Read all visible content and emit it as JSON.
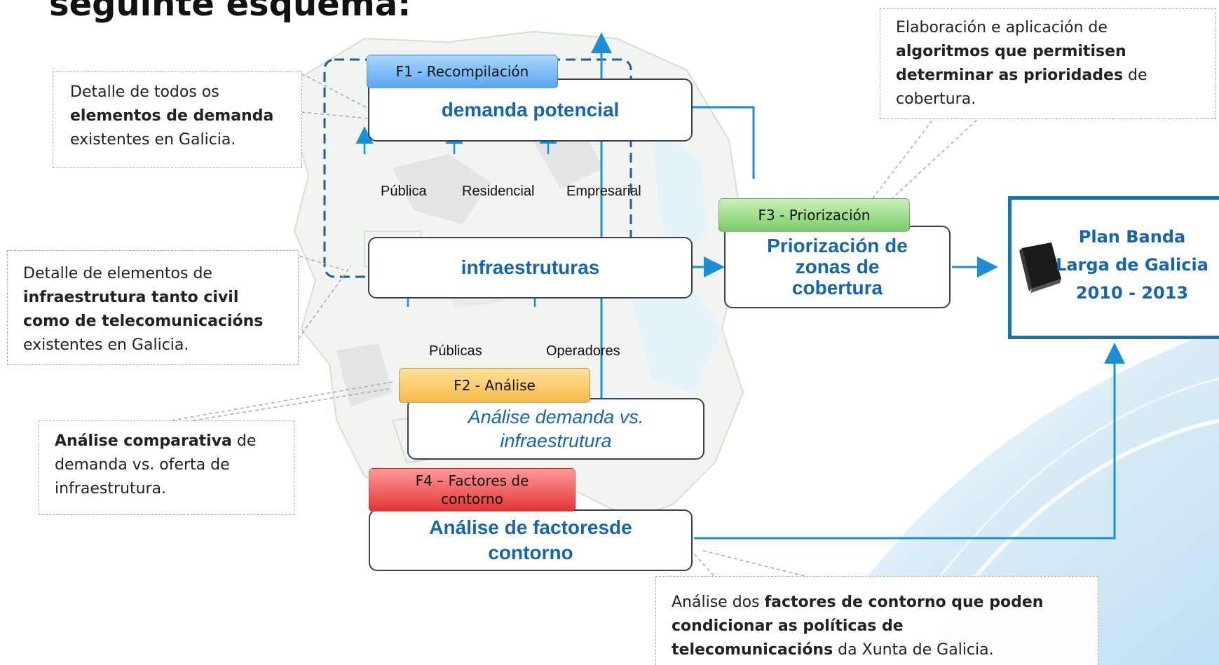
{
  "title": "seguinte esquema:",
  "colors": {
    "accent_blue": "#1565b0",
    "line_blue": "#1a8fd6",
    "dash_blue": "#1f5e99"
  },
  "phases": {
    "f1": {
      "tab": "F1 - Recompilación",
      "box1": "demanda potencial",
      "box2": "infraestruturas"
    },
    "f2": {
      "tab": "F2 - Análise",
      "box_line1": "Análise demanda vs.",
      "box_line2": "infraestrutura"
    },
    "f3": {
      "tab": "F3 - Priorización",
      "box_line1": "Priorización de",
      "box_line2": "zonas de",
      "box_line3": "cobertura"
    },
    "f4": {
      "tab_line1": "F4 – Factores de",
      "tab_line2": "contorno",
      "box_line1": "Análise de factoresde",
      "box_line2": "contorno"
    }
  },
  "demand_inputs": [
    "Pública",
    "Residencial",
    "Empresarial"
  ],
  "infra_inputs": [
    "Públicas",
    "Operadores"
  ],
  "plan": {
    "line1": "Plan Banda",
    "line2": "Larga de Galicia",
    "line3": "2010 - 2013",
    "icon": "book-icon"
  },
  "notes": {
    "demand": {
      "t1": "Detalle de todos os",
      "b1": "elementos de demanda",
      "t2": "existentes en Galicia."
    },
    "infra": {
      "t1": "Detalle de elementos de",
      "b1": "infraestrutura tanto civil",
      "b2": "como de telecomunicacións",
      "t2": "existentes en Galicia."
    },
    "analysis": {
      "b1": "Análise comparativa",
      "t1": " de",
      "t2": "demanda vs. oferta de",
      "t3": "infraestrutura."
    },
    "algorithms": {
      "t1": "Elaboración e aplicación de",
      "b1": "algoritmos que permitisen",
      "b2": "determinar as prioridades",
      "t2": " de",
      "t3": "cobertura."
    },
    "factors": {
      "t1": "Análise dos ",
      "b1": "factores de contorno que poden",
      "b2": "condicionar as políticas de",
      "b3": "telecomunicacións",
      "t2": " da Xunta de Galicia."
    }
  }
}
